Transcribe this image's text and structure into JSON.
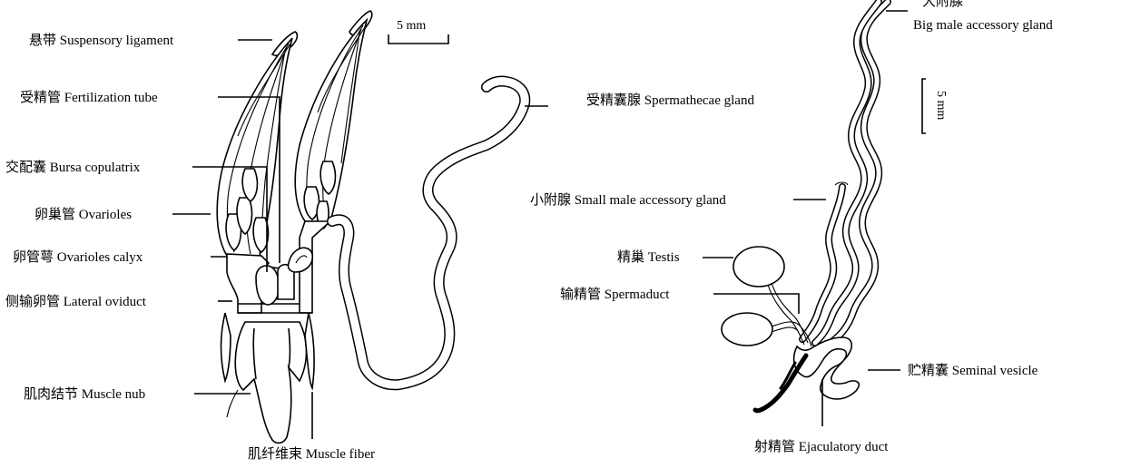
{
  "female": {
    "labels": {
      "suspensory_ligament": "悬带 Suspensory ligament",
      "fertilization_tube": "受精管 Fertilization tube",
      "bursa_copulatrix": "交配囊 Bursa copulatrix",
      "ovarioles": "卵巢管 Ovarioles",
      "ovarioles_calyx": "卵管萼 Ovarioles calyx",
      "lateral_oviduct": "侧输卵管 Lateral oviduct",
      "muscle_nub": "肌肉结节 Muscle nub",
      "muscle_fiber": "肌纤维束 Muscle fiber",
      "spermathecae_gland": "受精囊腺 Spermathecae gland"
    },
    "scale_bar": "5 mm"
  },
  "male": {
    "labels": {
      "big_accessory_gland_cn": "大附腺",
      "big_accessory_gland_en": "Big male accessory gland",
      "small_accessory_gland": "小附腺 Small male accessory gland",
      "testis": "精巢 Testis",
      "spermaduct": "输精管 Spermaduct",
      "seminal_vesicle": "贮精囊 Seminal vesicle",
      "ejaculatory_duct": "射精管 Ejaculatory duct"
    },
    "scale_bar": "5 mm"
  }
}
